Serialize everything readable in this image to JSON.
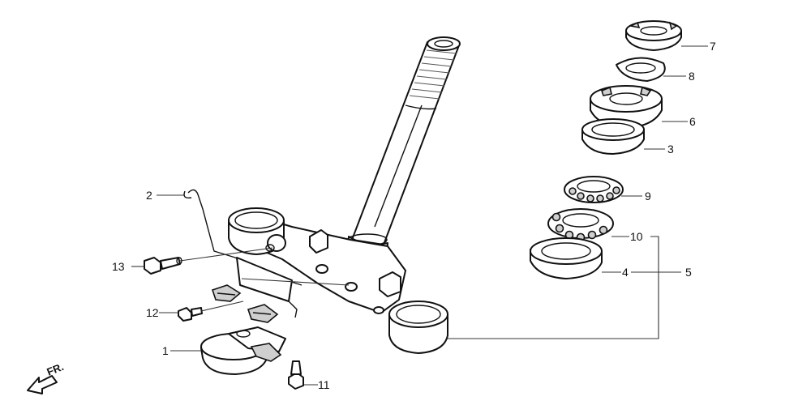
{
  "callouts": {
    "c1": "1",
    "c2": "2",
    "c3": "3",
    "c4": "4",
    "c5": "5",
    "c6": "6",
    "c7": "7",
    "c8": "8",
    "c9": "9",
    "c10": "10",
    "c11": "11",
    "c12": "12",
    "c13": "13"
  },
  "direction_label": "FR.",
  "colors": {
    "line": "#111111",
    "paper": "#ffffff",
    "shade": "#cfcfcf"
  }
}
